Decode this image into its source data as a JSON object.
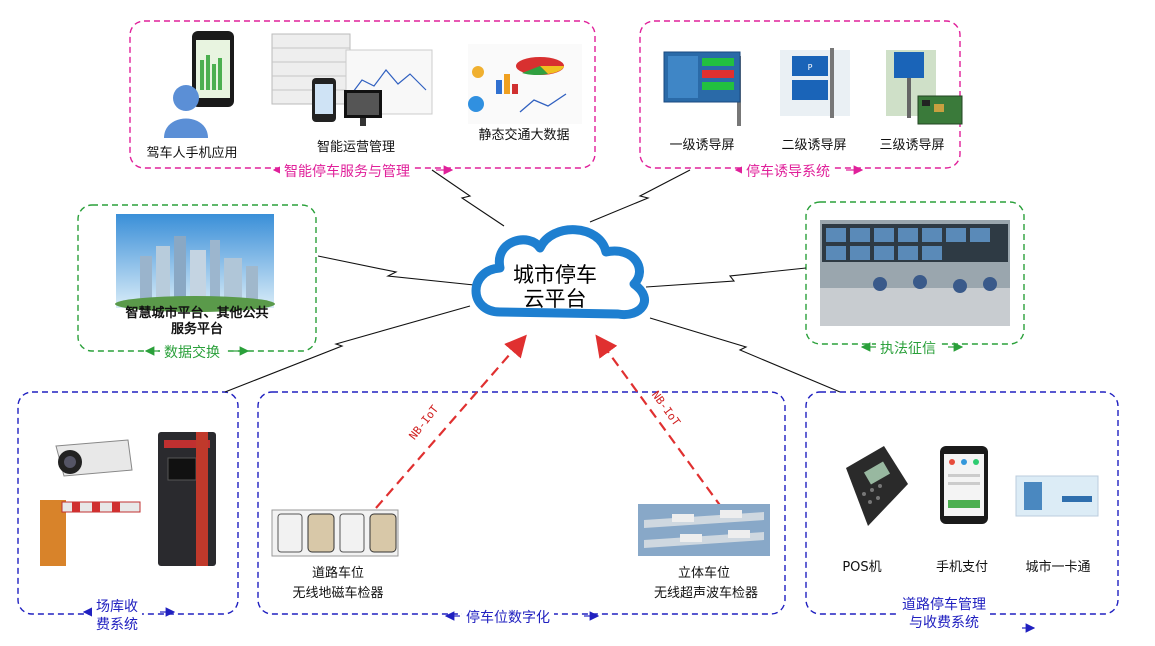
{
  "cloud": {
    "line1": "城市停车",
    "line2": "云平台"
  },
  "groups": {
    "smart_service": {
      "title": "智能停车服务与管理",
      "items": [
        "驾车人手机应用",
        "智能运营管理",
        "静态交通大数据"
      ]
    },
    "guidance": {
      "title": "停车诱导系统",
      "items": [
        "一级诱导屏",
        "二级诱导屏",
        "三级诱导屏"
      ]
    },
    "data_exchange": {
      "title": "数据交换",
      "item_line1": "智慧城市平台、其他公共",
      "item_line2": "服务平台"
    },
    "enforcement": {
      "title": "执法征信"
    },
    "garage": {
      "title_line1": "场库收",
      "title_line2": "费系统"
    },
    "digitization": {
      "title": "停车位数字化",
      "road_line1": "道路车位",
      "road_line2": "无线地磁车检器",
      "stereo_line1": "立体车位",
      "stereo_line2": "无线超声波车检器"
    },
    "road_mgmt": {
      "title_line1": "道路停车管理",
      "title_line2": "与收费系统",
      "items": [
        "POS机",
        "手机支付",
        "城市一卡通"
      ]
    }
  },
  "links": {
    "nbiot_left": "NB-IoT",
    "nbiot_right": "NB-IoT"
  },
  "colors": {
    "magenta": "#e0209a",
    "green": "#2aa03a",
    "blue": "#2020c0",
    "red": "#e03030",
    "cloud": "#1e7fd0"
  }
}
